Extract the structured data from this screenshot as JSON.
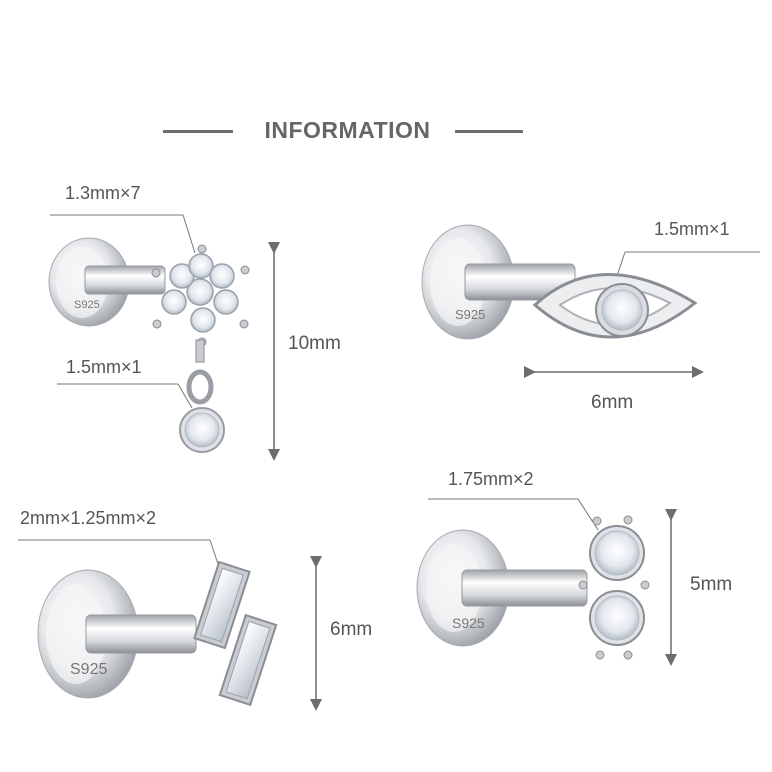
{
  "header": {
    "title": "INFORMATION"
  },
  "products": [
    {
      "spec_label": "1.3mm×7",
      "drop_label": "1.5mm×1",
      "dimension": "10mm",
      "stamp": "S925",
      "icon": "flower-cluster-with-drop"
    },
    {
      "spec_label": "1.5mm×1",
      "dimension": "6mm",
      "stamp": "S925",
      "icon": "evil-eye"
    },
    {
      "spec_label": "2mm×1.25mm×2",
      "dimension": "6mm",
      "stamp": "S925",
      "icon": "double-baguette"
    },
    {
      "spec_label": "1.75mm×2",
      "dimension": "5mm",
      "stamp": "S925",
      "icon": "double-round-stone"
    }
  ],
  "colors": {
    "line": "#6d6d6d",
    "text": "#555555",
    "metal": "#c9ccd0",
    "metal_dark": "#8a8e94",
    "stone": "#eef2f6"
  }
}
